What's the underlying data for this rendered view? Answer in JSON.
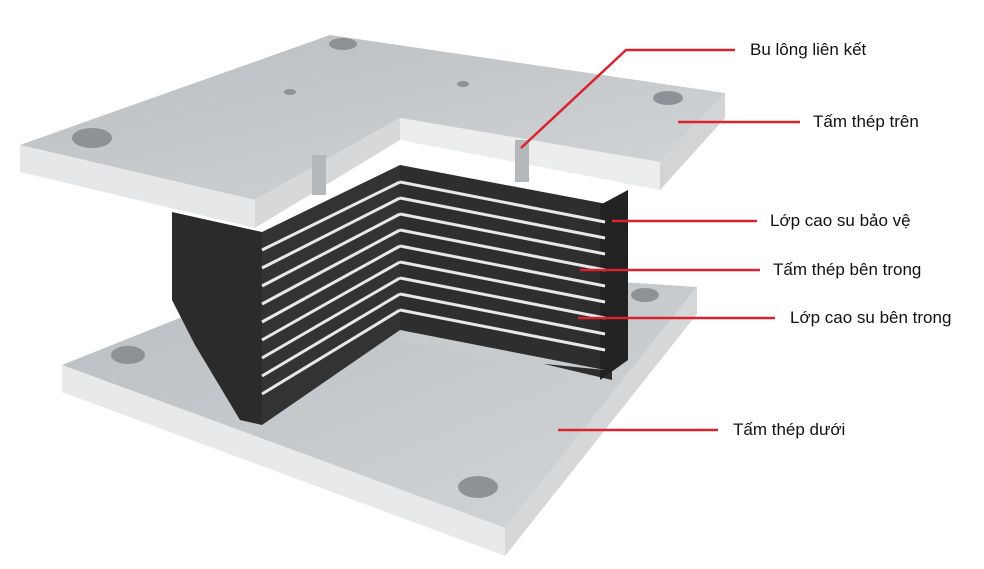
{
  "labels": {
    "bolt": "Bu lông liên kết",
    "top_plate": "Tấm thép trên",
    "cover_rubber": "Lớp cao su bảo vệ",
    "inner_steel": "Tấm thép bên trong",
    "inner_rubber": "Lớp cao su bên trong",
    "bottom_plate": "Tấm thép dưới"
  },
  "colors": {
    "leader": "#d9232e",
    "steel": "#c9cccf",
    "rubber": "#2a2a2a"
  }
}
